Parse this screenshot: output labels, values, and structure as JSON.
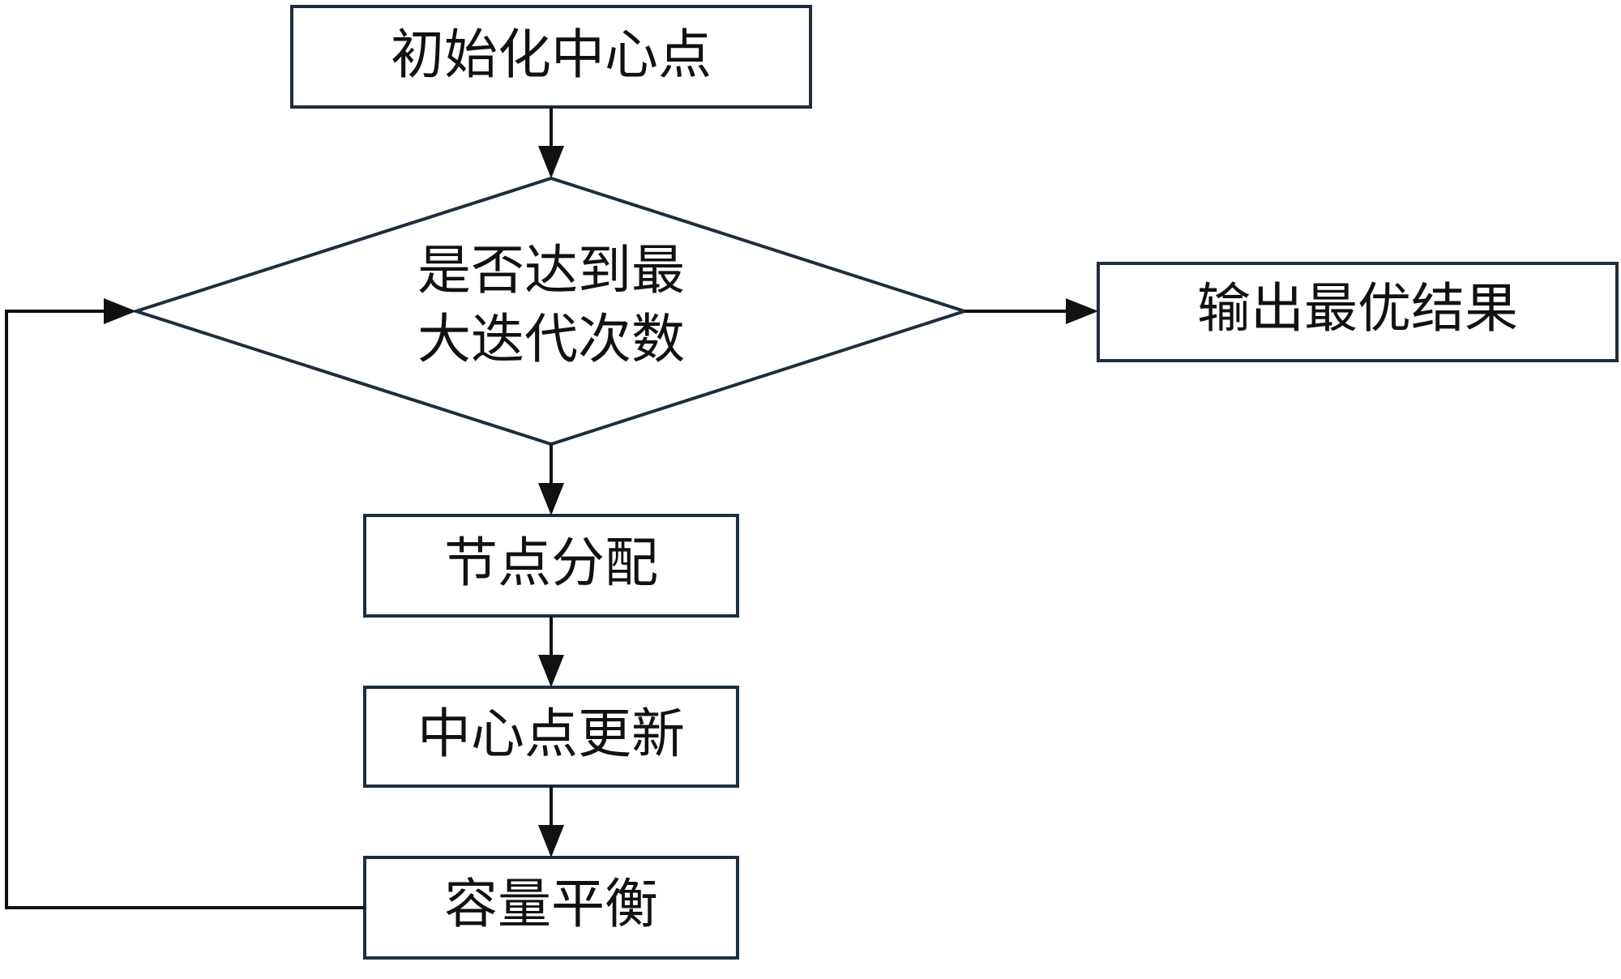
{
  "diagram": {
    "nodes": {
      "init": "初始化中心点",
      "decision_line1": "是否达到最",
      "decision_line2": "大迭代次数",
      "output": "输出最优结果",
      "assign": "节点分配",
      "update": "中心点更新",
      "balance": "容量平衡"
    }
  },
  "colors": {
    "stroke": "#1f2d3d",
    "text": "#111111",
    "background": "#ffffff"
  }
}
